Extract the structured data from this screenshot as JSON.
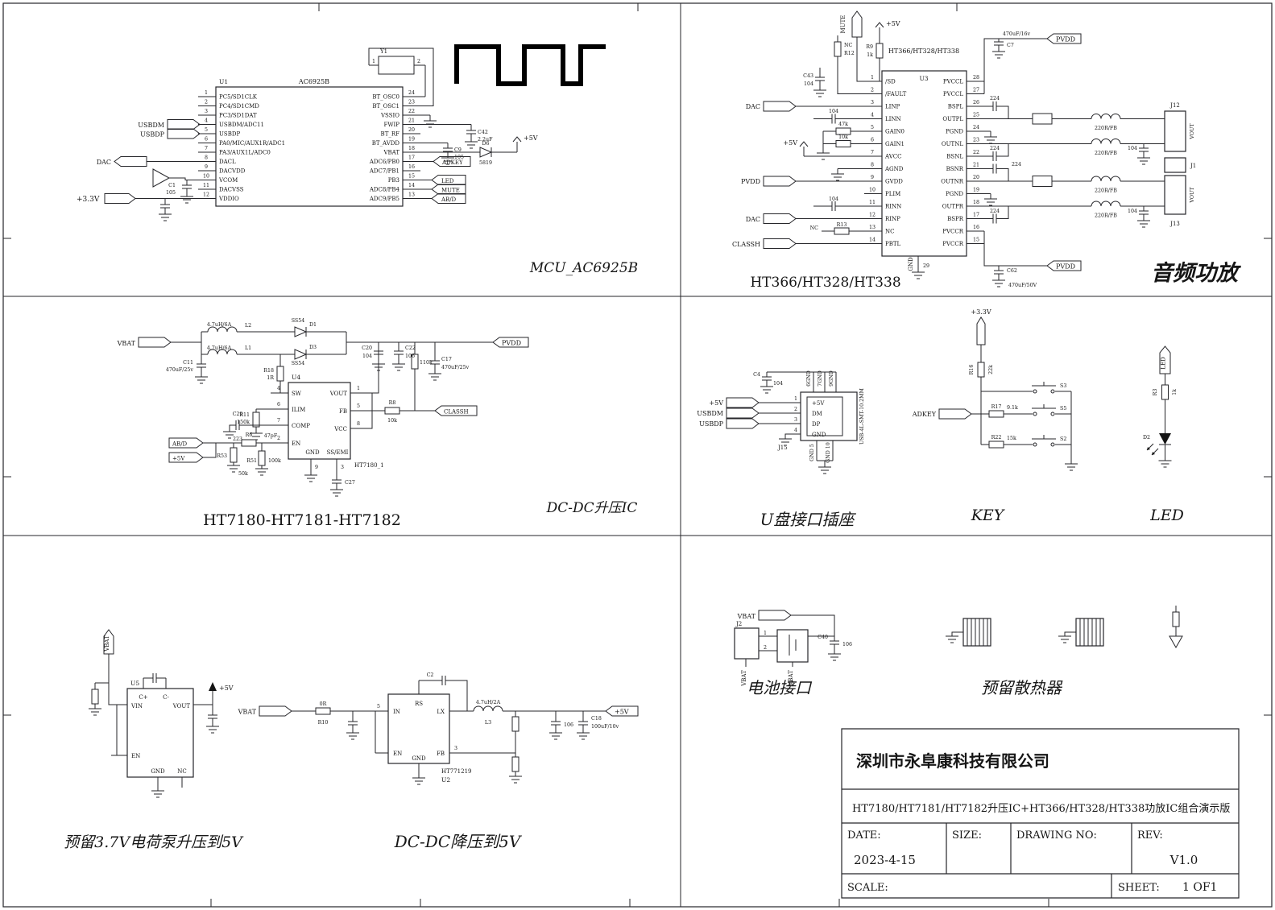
{
  "mcu": {
    "title": "MCU_AC6925B",
    "ref": "U1",
    "part": "AC6925B",
    "left_pins": [
      {
        "n": "1",
        "name": "PC5/SD1CLK"
      },
      {
        "n": "2",
        "name": "PC4/SD1CMD"
      },
      {
        "n": "3",
        "name": "PC3/SD1DAT"
      },
      {
        "n": "4",
        "name": "USBDM/ADC11"
      },
      {
        "n": "5",
        "name": "USBDP"
      },
      {
        "n": "6",
        "name": "PA0/MIC/AUX1R/ADC1"
      },
      {
        "n": "7",
        "name": "PA3/AUX1L/ADC0"
      },
      {
        "n": "8",
        "name": "DACL"
      },
      {
        "n": "9",
        "name": "DACVDD"
      },
      {
        "n": "10",
        "name": "VCOM"
      },
      {
        "n": "11",
        "name": "DACVSS"
      },
      {
        "n": "12",
        "name": "VDDIO"
      }
    ],
    "right_pins": [
      {
        "n": "24",
        "name": "BT_OSC0"
      },
      {
        "n": "23",
        "name": "BT_OSC1"
      },
      {
        "n": "22",
        "name": "VSSIO"
      },
      {
        "n": "21",
        "name": "FWIP"
      },
      {
        "n": "20",
        "name": "BT_RF"
      },
      {
        "n": "19",
        "name": "BT_AVDD"
      },
      {
        "n": "18",
        "name": "VBAT"
      },
      {
        "n": "17",
        "name": "ADC6/PB0"
      },
      {
        "n": "16",
        "name": "ADC7/PB1"
      },
      {
        "n": "15",
        "name": "PB3"
      },
      {
        "n": "14",
        "name": "ADC8/PB4"
      },
      {
        "n": "13",
        "name": "ADC9/PB5"
      }
    ],
    "nets": {
      "usbdm": "USBDM",
      "usbdp": "USBDP",
      "dac": "DAC",
      "v33": "+3.3V",
      "v5": "+5V",
      "adkey": "ADKEY",
      "led": "LED",
      "mute": "MUTE",
      "abd": "AB/D"
    },
    "parts": {
      "y1": "Y1",
      "p1": "1",
      "p2": "2",
      "c1": "C1",
      "c1v": "105",
      "c9": "C9",
      "c9v": "105",
      "c42": "C42",
      "c42v": "2.2uF",
      "d6": "D6",
      "d6v": "5819"
    }
  },
  "amp": {
    "title": "HT366/HT328/HT338",
    "cn_title": "音频功放",
    "ref": "U3",
    "part": "HT366/HT328/HT338",
    "left_pins": [
      {
        "n": "1",
        "name": "/SD"
      },
      {
        "n": "2",
        "name": "/FAULT"
      },
      {
        "n": "3",
        "name": "LINP"
      },
      {
        "n": "4",
        "name": "LINN"
      },
      {
        "n": "5",
        "name": "GAIN0"
      },
      {
        "n": "6",
        "name": "GAIN1"
      },
      {
        "n": "7",
        "name": "AVCC"
      },
      {
        "n": "8",
        "name": "AGND"
      },
      {
        "n": "9",
        "name": "GVDD"
      },
      {
        "n": "10",
        "name": "PLIM"
      },
      {
        "n": "11",
        "name": "RINN"
      },
      {
        "n": "12",
        "name": "RINP"
      },
      {
        "n": "13",
        "name": "NC"
      },
      {
        "n": "14",
        "name": "PBTL"
      }
    ],
    "right_pins": [
      {
        "n": "28",
        "name": "PVCCL"
      },
      {
        "n": "27",
        "name": "PVCCL"
      },
      {
        "n": "26",
        "name": "BSPL"
      },
      {
        "n": "25",
        "name": "OUTPL"
      },
      {
        "n": "24",
        "name": "PGND"
      },
      {
        "n": "23",
        "name": "OUTNL"
      },
      {
        "n": "22",
        "name": "BSNL"
      },
      {
        "n": "21",
        "name": "BSNR"
      },
      {
        "n": "20",
        "name": "OUTNR"
      },
      {
        "n": "19",
        "name": "PGND"
      },
      {
        "n": "18",
        "name": "OUTPR"
      },
      {
        "n": "17",
        "name": "BSPR"
      },
      {
        "n": "16",
        "name": "PVCCR"
      },
      {
        "n": "15",
        "name": "PVCCR"
      }
    ],
    "gnd_pin": {
      "n": "29",
      "name": "GND"
    },
    "nets": {
      "mute": "MUTE",
      "v5": "+5V",
      "dac": "DAC",
      "pvdd": "PVDD",
      "classh": "CLASSH"
    },
    "parts": {
      "r9": "R9",
      "r9v": "1k",
      "r12": "R12",
      "r13": "R13",
      "nc": "NC",
      "c43": "C43",
      "v104": "104",
      "v224": "224",
      "c7": "C7",
      "c7v": "470uF/16v",
      "c62": "C62",
      "c62v": "470uF/50V",
      "fb": "220R/FB",
      "j12": "J12",
      "j1": "J1",
      "j13": "J13",
      "vout": "VOUT",
      "r46v": "47k",
      "r47v": "10k"
    }
  },
  "boost": {
    "title": "HT7180-HT7181-HT7182",
    "cn_title": "DC-DC升压IC",
    "ref": "U4",
    "part": "HT7180_1",
    "left_pins": [
      {
        "n": "4",
        "name": "SW"
      },
      {
        "n": "6",
        "name": "ILIM"
      },
      {
        "n": "7",
        "name": "COMP"
      },
      {
        "n": "2",
        "name": "EN"
      }
    ],
    "right_pins": [
      {
        "n": "1",
        "name": "VOUT"
      },
      {
        "n": "5",
        "name": "FB"
      },
      {
        "n": "8",
        "name": "VCC"
      }
    ],
    "bottom_pins": [
      {
        "n": "9",
        "name": "GND"
      },
      {
        "n": "3",
        "name": "SS/EMI"
      }
    ],
    "nets": {
      "vbat": "VBAT",
      "pvdd": "PVDD",
      "classh": "CLASSH",
      "abd": "AB/D",
      "v5": "+5V"
    },
    "parts": {
      "l2": "L2",
      "l1": "L1",
      "lv": "4.7uH/6A",
      "c11": "C11",
      "c11v": "470uF/25v",
      "d1": "D1",
      "d3": "D3",
      "ss54": "SS54",
      "r18": "R18",
      "r18v": "1R",
      "c20": "C20",
      "c22": "C22",
      "v104": "104",
      "v106": "106",
      "c17": "C17",
      "c17v": "470uF/25v",
      "r11": "R11",
      "r11v": "150k",
      "c29": "C29",
      "c29v": "223",
      "c47v": "47pF",
      "r6": "R6",
      "r6v": "50k",
      "r53": "R53",
      "r51": "R51",
      "r51v": "100k",
      "r8": "R8",
      "r8v": "10k",
      "r4v": "110k",
      "c27": "C27"
    }
  },
  "usb": {
    "title": "U盘接口插座",
    "ref": "J15",
    "part": "USB-4L-SMT-10.2MM",
    "pins": [
      {
        "n": "1",
        "name": "+5V"
      },
      {
        "n": "2",
        "name": "DM"
      },
      {
        "n": "3",
        "name": "DP"
      },
      {
        "n": "4",
        "name": "GND"
      }
    ],
    "shield": [
      "6GND",
      "7GND",
      "9GND"
    ],
    "bottom": [
      "GND 5",
      "GND 10"
    ],
    "nets": {
      "v5": "+5V",
      "usbdm": "USBDM",
      "usbdp": "USBDP"
    },
    "parts": {
      "c4": "C4",
      "c4v": "104"
    }
  },
  "key": {
    "title": "KEY",
    "nets": {
      "v33": "+3.3V",
      "adkey": "ADKEY"
    },
    "parts": {
      "r16": "R16",
      "r16v": "22k",
      "r17": "R17",
      "r17v": "9.1k",
      "r22": "R22",
      "r22v": "15k",
      "s3": "S3",
      "s5": "S5",
      "s2": "S2"
    }
  },
  "led": {
    "title": "LED",
    "nets": {
      "led": "LED"
    },
    "parts": {
      "r3": "R3",
      "r3v": "1k",
      "d2": "D2"
    }
  },
  "pump": {
    "title": "预留3.7V电荷泵升压到5V",
    "ref": "U5",
    "nets": {
      "vbat": "VBAT",
      "v5": "+5V"
    },
    "pins": {
      "vin": "VIN",
      "vout": "VOUT",
      "cp": "C+",
      "cm": "C-",
      "en": "EN",
      "gnd": "GND",
      "nc": "NC"
    }
  },
  "buck": {
    "title": "DC-DC降压到5V",
    "ref": "U2",
    "part": "HT771219",
    "pins": {
      "in": "IN",
      "in_n": "5",
      "rs": "RS",
      "lx": "LX",
      "en": "EN",
      "gnd": "GND",
      "fb": "FB",
      "fb_n": "3"
    },
    "nets": {
      "vbat": "VBAT",
      "v5": "+5V"
    },
    "parts": {
      "r10": "R10",
      "r10v": "0R",
      "c2": "C2",
      "l3": "L3",
      "l3v": "4.7uH/2A",
      "c18": "C18",
      "c18v": "100uF/10v",
      "v106": "106"
    }
  },
  "battery": {
    "title": "电池接口",
    "nets": {
      "vbat": "VBAT"
    },
    "parts": {
      "j2": "J2",
      "c40": "C40",
      "c40v": "106",
      "p1": "1",
      "p2": "2"
    }
  },
  "heatsink": {
    "title": "预留散热器"
  },
  "titleblock": {
    "company": "深圳市永阜康科技有限公司",
    "subtitle": "HT7180/HT7181/HT7182升压IC+HT366/HT328/HT338功放IC组合演示版",
    "date_label": "DATE:",
    "date": "2023-4-15",
    "size_label": "SIZE:",
    "drawing_label": "DRAWING NO:",
    "rev_label": "REV:",
    "rev": "V1.0",
    "scale_label": "SCALE:",
    "sheet_label": "SHEET:",
    "sheet": "1 OF1"
  }
}
